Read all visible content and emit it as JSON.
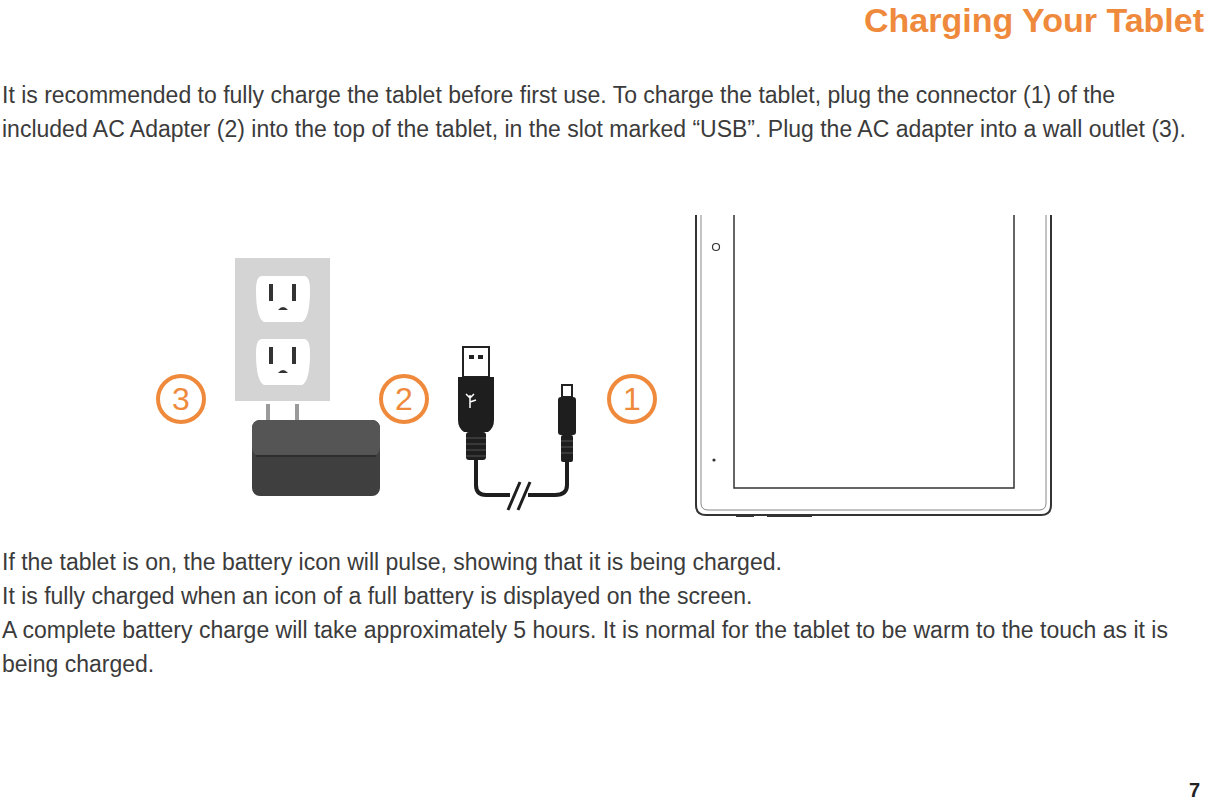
{
  "diagram": {
    "title": "Charging Your Tablet",
    "labels": [
      "It is recommended to fully charge the tablet before first use. To charge the tablet, plug the connector (1) of the included AC Adapter (2) into the top of the tablet, in the slot marked “USB”. Plug the AC adapter into a wall outlet (3).",
      "3",
      "2",
      "1",
      "If the tablet is on, the battery icon will pulse, showing that it is being charged.",
      "It is fully charged when an icon of a full battery is displayed on the screen.",
      "A complete battery charge will take approximately 5 hours.  It is normal for the tablet to be warm to the touch as it is being charged.",
      "7"
    ]
  }
}
